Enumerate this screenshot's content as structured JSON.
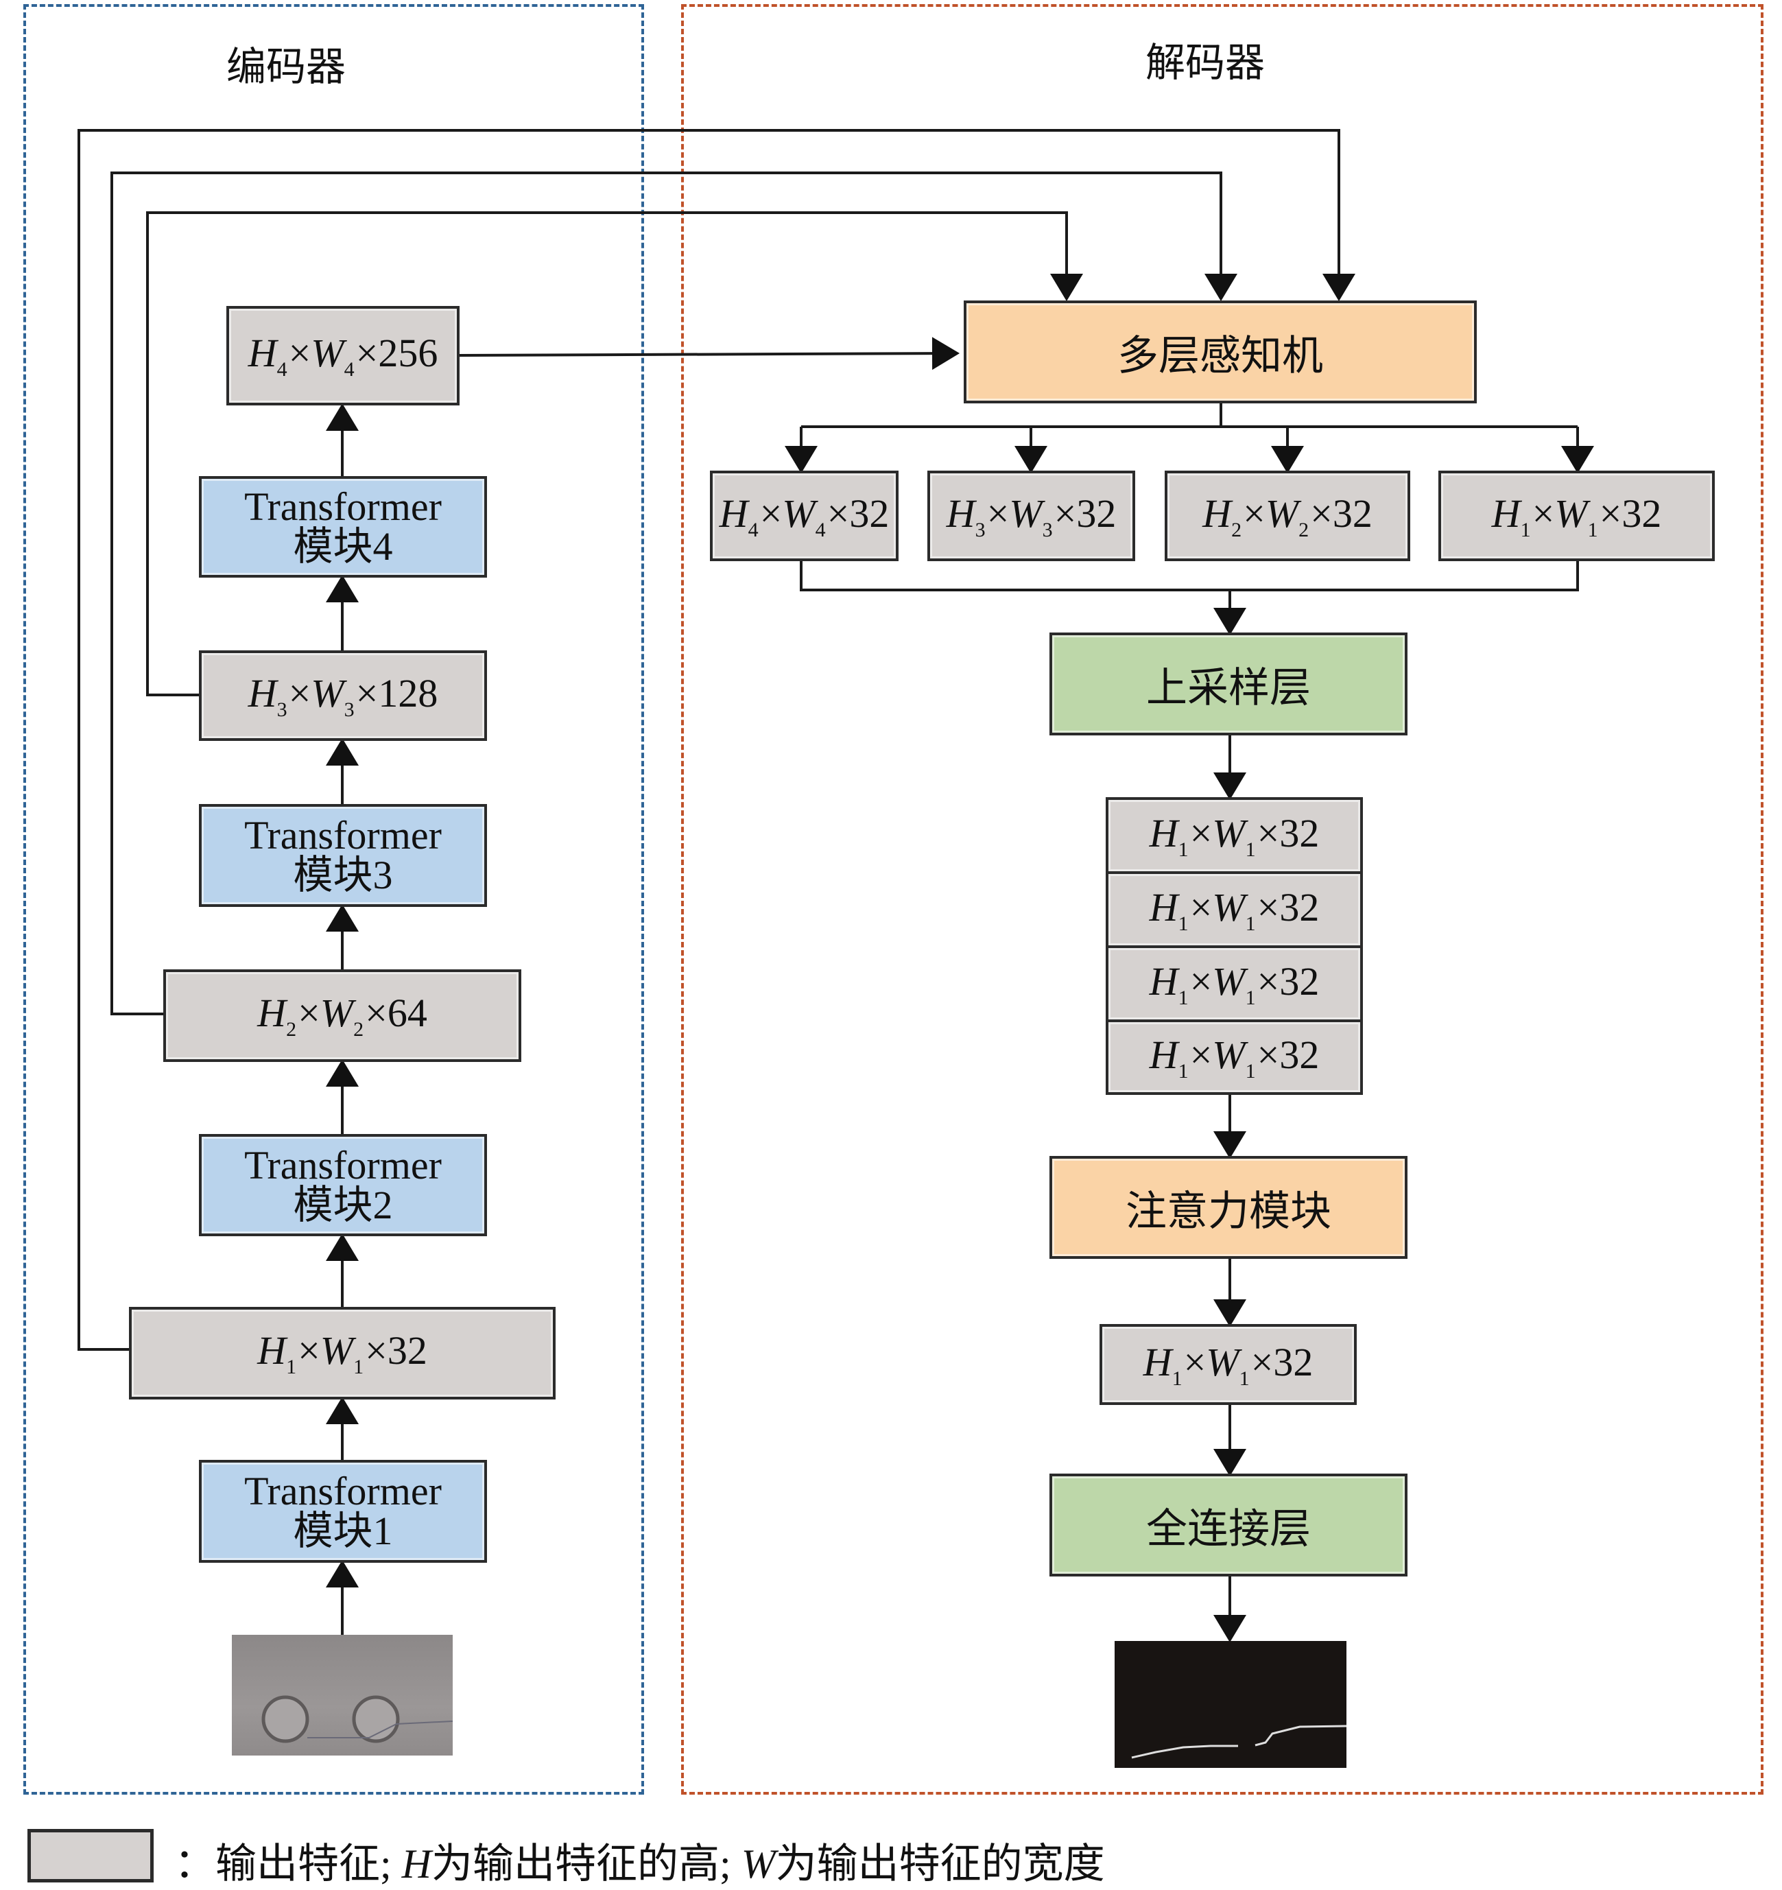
{
  "encoder": {
    "title": "编码器",
    "input_image": "input-image-defect-surface",
    "blocks": [
      {
        "type": "feature",
        "H": "H",
        "h_sub": "4",
        "W": "W",
        "w_sub": "4",
        "channels": "256"
      },
      {
        "type": "transformer",
        "line1": "Transformer",
        "line2": "模块4"
      },
      {
        "type": "feature",
        "H": "H",
        "h_sub": "3",
        "W": "W",
        "w_sub": "3",
        "channels": "128"
      },
      {
        "type": "transformer",
        "line1": "Transformer",
        "line2": "模块3"
      },
      {
        "type": "feature",
        "H": "H",
        "h_sub": "2",
        "W": "W",
        "w_sub": "2",
        "channels": "64"
      },
      {
        "type": "transformer",
        "line1": "Transformer",
        "line2": "模块2"
      },
      {
        "type": "feature",
        "H": "H",
        "h_sub": "1",
        "W": "W",
        "w_sub": "1",
        "channels": "32"
      },
      {
        "type": "transformer",
        "line1": "Transformer",
        "line2": "模块1"
      }
    ]
  },
  "decoder": {
    "title": "解码器",
    "mlp": "多层感知机",
    "split_features": [
      {
        "h_sub": "4",
        "w_sub": "4",
        "channels": "32"
      },
      {
        "h_sub": "3",
        "w_sub": "3",
        "channels": "32"
      },
      {
        "h_sub": "2",
        "w_sub": "2",
        "channels": "32"
      },
      {
        "h_sub": "1",
        "w_sub": "1",
        "channels": "32"
      }
    ],
    "upsample": "上采样层",
    "stacked_features": [
      {
        "h_sub": "1",
        "w_sub": "1",
        "channels": "32"
      },
      {
        "h_sub": "1",
        "w_sub": "1",
        "channels": "32"
      },
      {
        "h_sub": "1",
        "w_sub": "1",
        "channels": "32"
      },
      {
        "h_sub": "1",
        "w_sub": "1",
        "channels": "32"
      }
    ],
    "attention": "注意力模块",
    "attn_out": {
      "h_sub": "1",
      "w_sub": "1",
      "channels": "32"
    },
    "fc": "全连接层",
    "output_image": "output-mask-image"
  },
  "symbols": {
    "H": "H",
    "W": "W",
    "times": "×"
  },
  "legend": {
    "colon": "：",
    "part1": "输出特征; ",
    "H": "H",
    "part2": "为输出特征的高; ",
    "W": "W",
    "part3": "为输出特征的宽度"
  },
  "colors": {
    "encoder_border": "#2f6496",
    "decoder_border": "#c0522a",
    "feature_fill": "#d6d2d0",
    "transformer_fill": "#b9d3ec",
    "mlp_fill": "#fad3a6",
    "layer_green_fill": "#bdd7a9"
  }
}
